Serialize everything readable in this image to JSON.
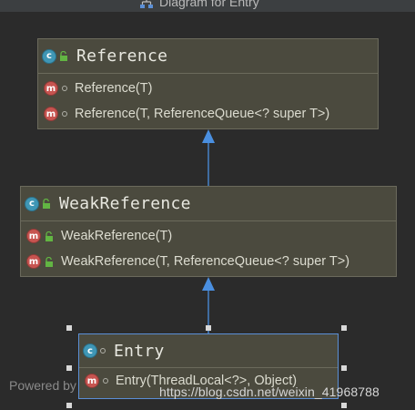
{
  "window": {
    "title": "Diagram for Entry"
  },
  "nodes": {
    "reference": {
      "name": "Reference",
      "members": [
        {
          "text": "Reference(T)"
        },
        {
          "text": "Reference(T, ReferenceQueue<? super T>)"
        }
      ]
    },
    "weak_reference": {
      "name": "WeakReference",
      "members": [
        {
          "text": "WeakReference(T)"
        },
        {
          "text": "WeakReference(T, ReferenceQueue<? super T>)"
        }
      ]
    },
    "entry": {
      "name": "Entry",
      "members": [
        {
          "text": "Entry(ThreadLocal<?>, Object)"
        }
      ]
    }
  },
  "badges": {
    "class": "c",
    "method": "m"
  },
  "watermarks": {
    "left": "Powered by",
    "right": "https://blog.csdn.net/weixin_41968788"
  },
  "colors": {
    "background": "#2b2b2b",
    "node_fill": "#4b4a3e",
    "node_border": "#6b6a5c",
    "selection_border": "#5b8fd6",
    "arrow": "#4a8fe0",
    "class_badge": "#3f96b5",
    "method_badge": "#c75450",
    "lock_green": "#62b543"
  }
}
